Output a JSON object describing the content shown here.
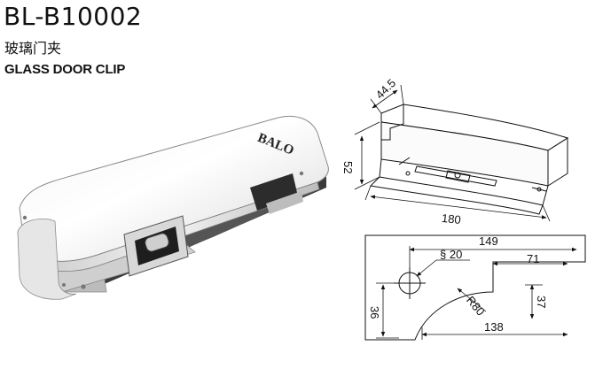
{
  "product": {
    "model": "BL-B10002",
    "name_cn": "玻璃门夹",
    "name_en": "GLASS DOOR CLIP",
    "brand": "BALO"
  },
  "drawing_3d": {
    "dim_depth": "44.5",
    "dim_height": "52",
    "dim_length": "180"
  },
  "drawing_plan": {
    "dim_overall": "149",
    "dim_hole": "§ 20",
    "dim_notch": "71",
    "dim_left_height": "36",
    "dim_radius": "R80",
    "dim_right_height": "37",
    "dim_bottom": "138"
  }
}
